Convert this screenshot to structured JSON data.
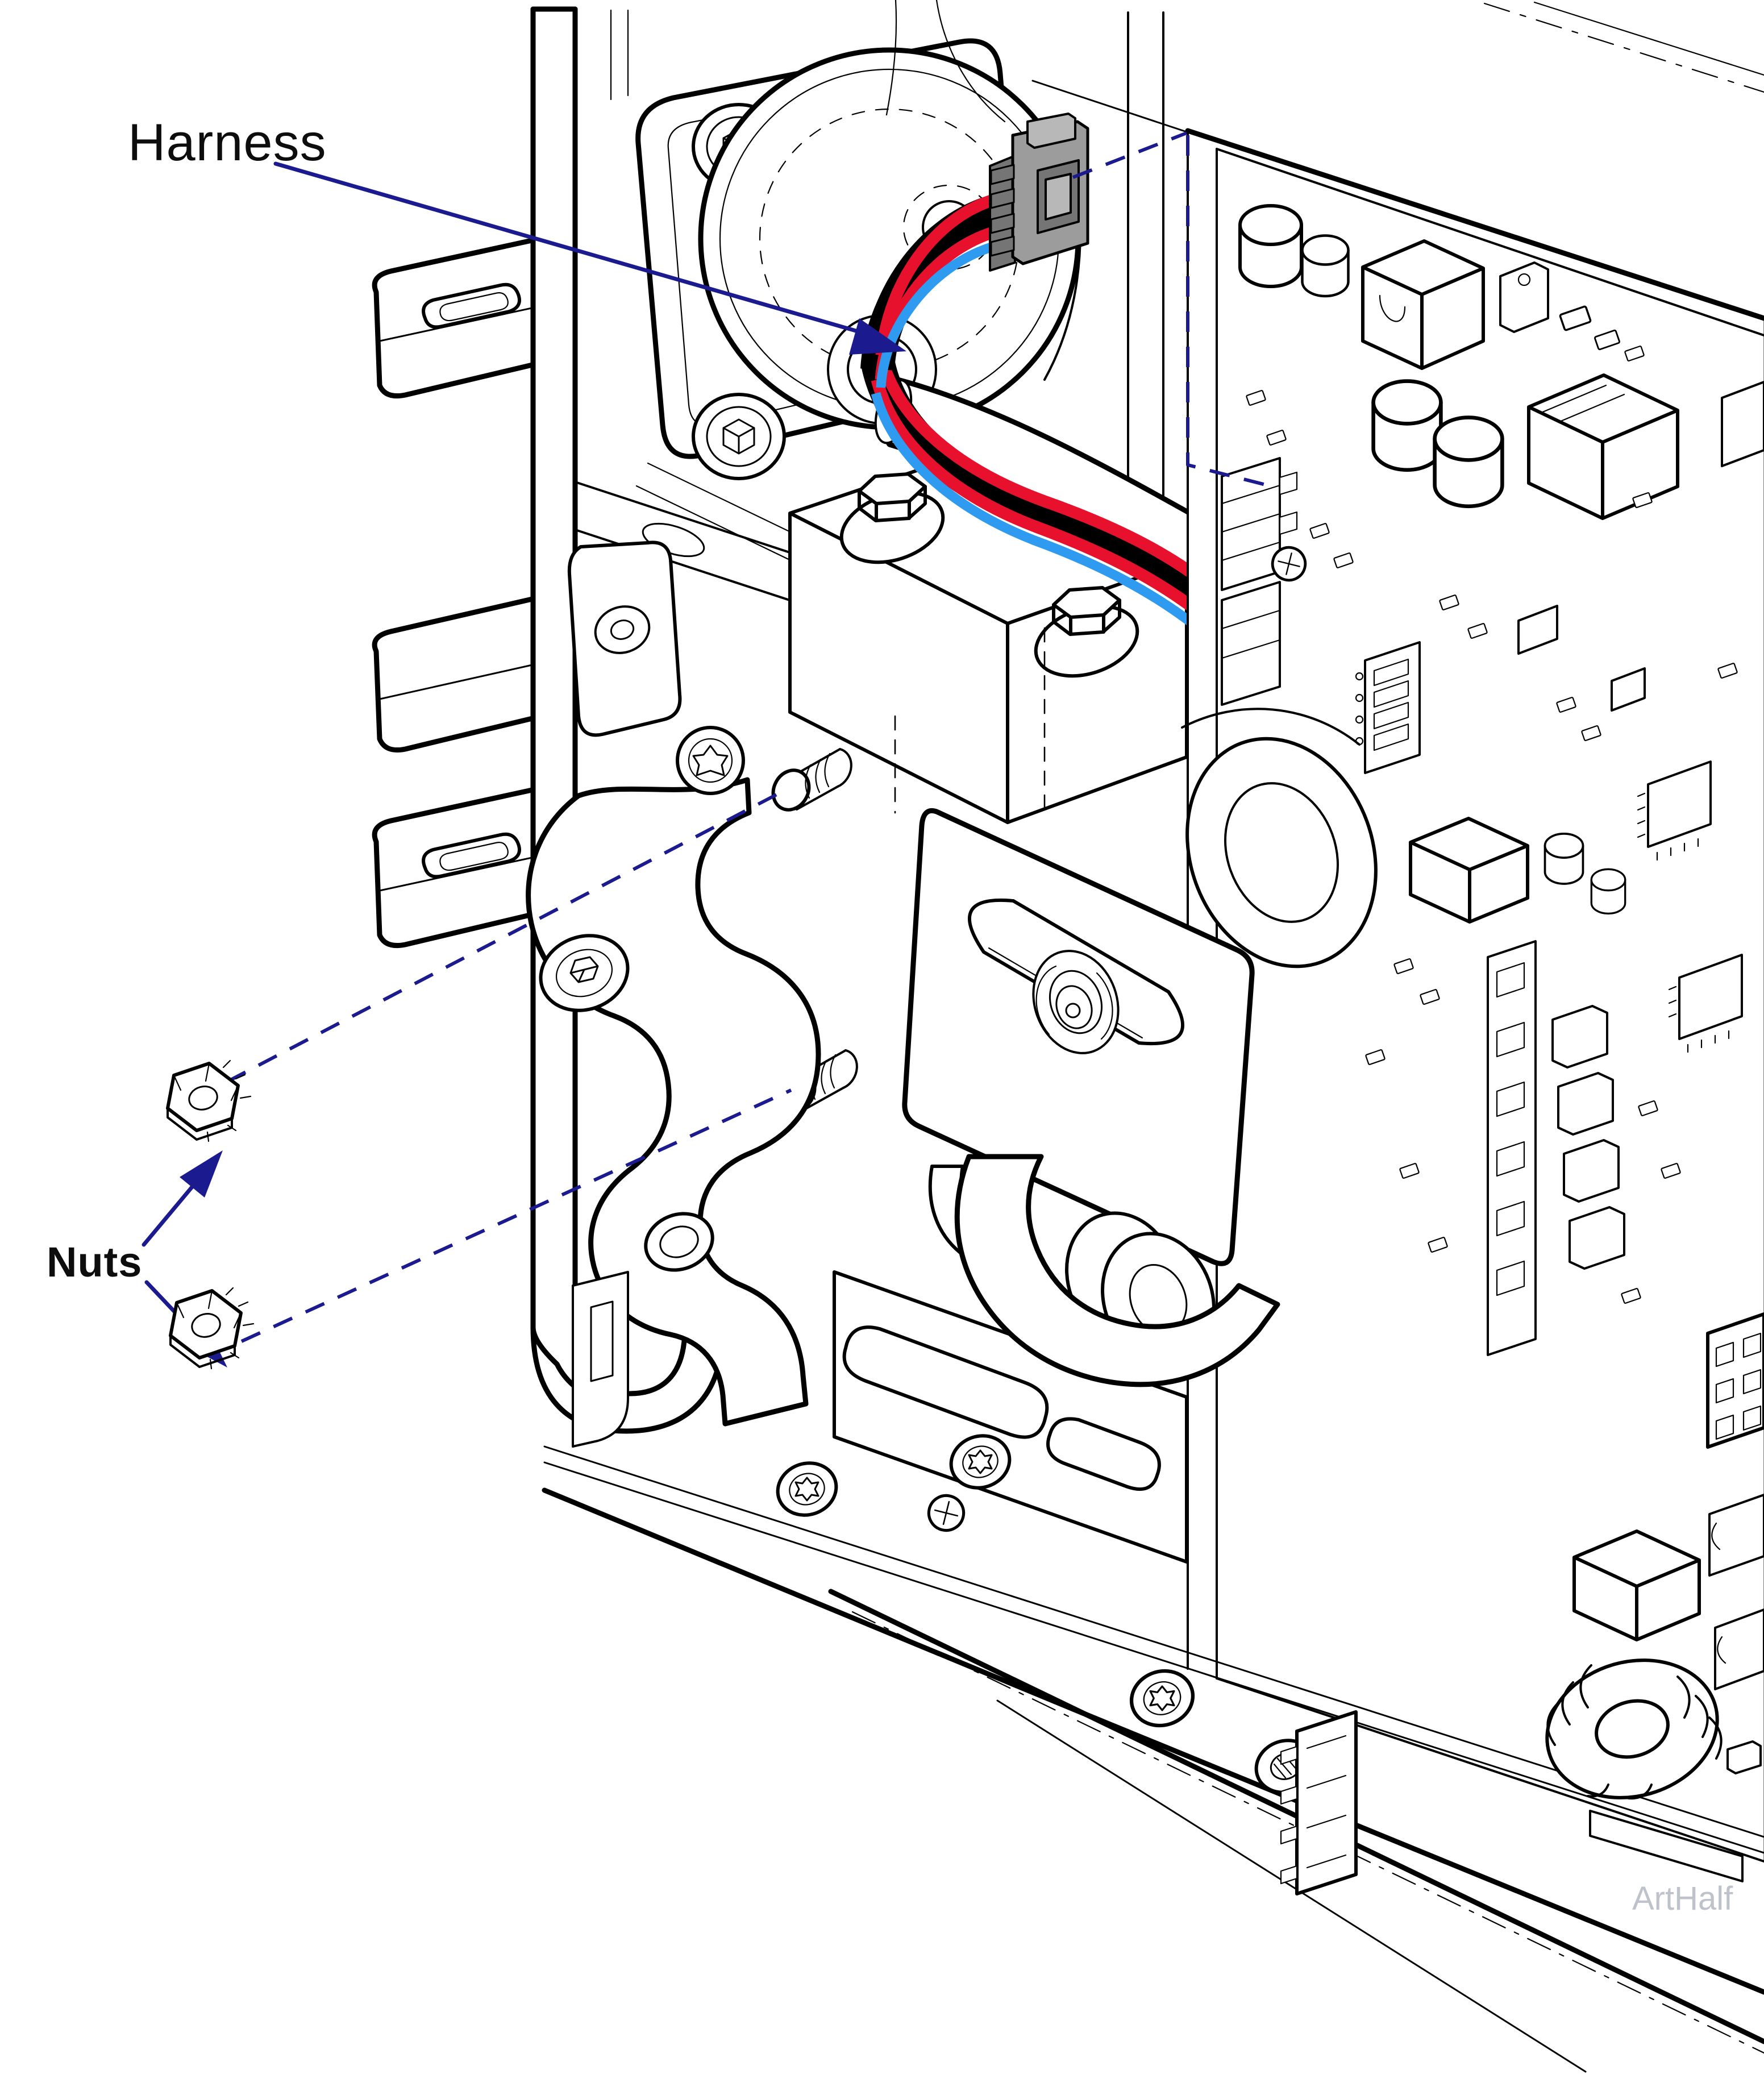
{
  "page": {
    "background": "#ffffff",
    "type": "technical-service-illustration"
  },
  "labels": {
    "harness": {
      "text": "Harness"
    },
    "nuts": {
      "text": "Nuts"
    }
  },
  "watermark": {
    "text": "ArtHalf"
  },
  "colors": {
    "leader-navy": "#1b1b8f",
    "wire-red": "#e8112d",
    "wire-blue": "#2f9bf0",
    "wire-black": "#000000",
    "outline-black": "#000000",
    "connector-gray": "#9c9c9c",
    "connector-gray-dark": "#757575",
    "connector-gray-light": "#b8b8b8",
    "watermark-gray": "#b7bcc6",
    "background-white": "#ffffff"
  }
}
